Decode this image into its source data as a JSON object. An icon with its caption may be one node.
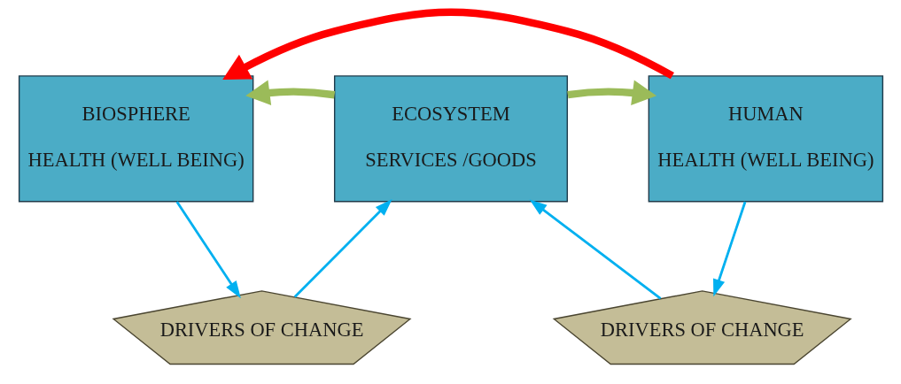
{
  "diagram": {
    "nodes": [
      {
        "text": [
          "BIOSPHERE",
          "HEALTH (WELL BEING)"
        ]
      },
      {
        "text": [
          "ECOSYSTEM",
          "SERVICES /GOODS"
        ]
      },
      {
        "text": [
          "HUMAN",
          "HEALTH (WELL BEING)"
        ]
      },
      {
        "text": [
          "DRIVERS OF CHANGE"
        ]
      },
      {
        "text": [
          "DRIVERS OF CHANGE"
        ]
      }
    ],
    "edges": [
      {
        "from": 1,
        "to": 0,
        "arrow": "to",
        "style": "thick",
        "color": "#9bbb59"
      },
      {
        "from": 1,
        "to": 2,
        "arrow": "to",
        "style": "thick",
        "color": "#9bbb59"
      },
      {
        "from": 2,
        "to": 0,
        "arrow": "to",
        "style": "thick",
        "color": "#ff0000"
      },
      {
        "from": 0,
        "to": 3,
        "arrow": "to"
      },
      {
        "from": 2,
        "to": 4,
        "arrow": "to"
      },
      {
        "from": 3,
        "to": 1,
        "arrow": "to"
      },
      {
        "from": 4,
        "to": 1,
        "arrow": "to"
      }
    ]
  }
}
